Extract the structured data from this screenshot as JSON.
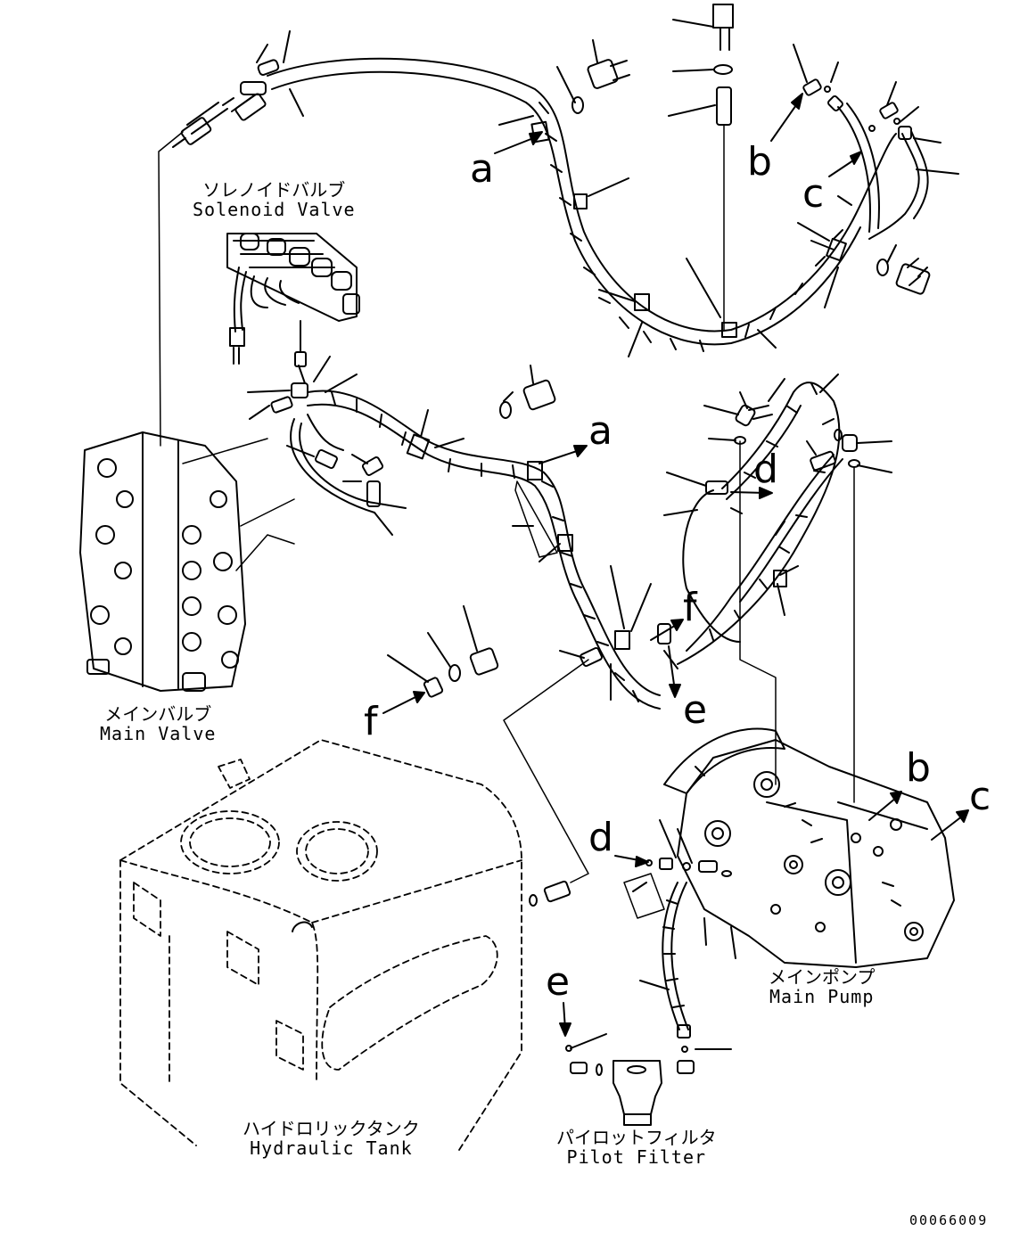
{
  "labels": {
    "solenoid_valve": {
      "jp": "ソレノイドバルブ",
      "en": "Solenoid Valve"
    },
    "main_valve": {
      "jp": "メインバルブ",
      "en": "Main Valve"
    },
    "main_pump": {
      "jp": "メインポンプ",
      "en": "Main Pump"
    },
    "hydraulic_tank": {
      "jp": "ハイドロリックタンク",
      "en": "Hydraulic Tank"
    },
    "pilot_filter": {
      "jp": "パイロットフィルタ",
      "en": "Pilot Filter"
    }
  },
  "reference_letters": {
    "a_top": "a",
    "b_top": "b",
    "c_top": "c",
    "a_mid": "a",
    "d_mid": "d",
    "f_mid": "f",
    "e_mid": "e",
    "f_left": "f",
    "b_pump": "b",
    "c_pump": "c",
    "d_low": "d",
    "e_low": "e"
  },
  "drawing_code": "00066009"
}
